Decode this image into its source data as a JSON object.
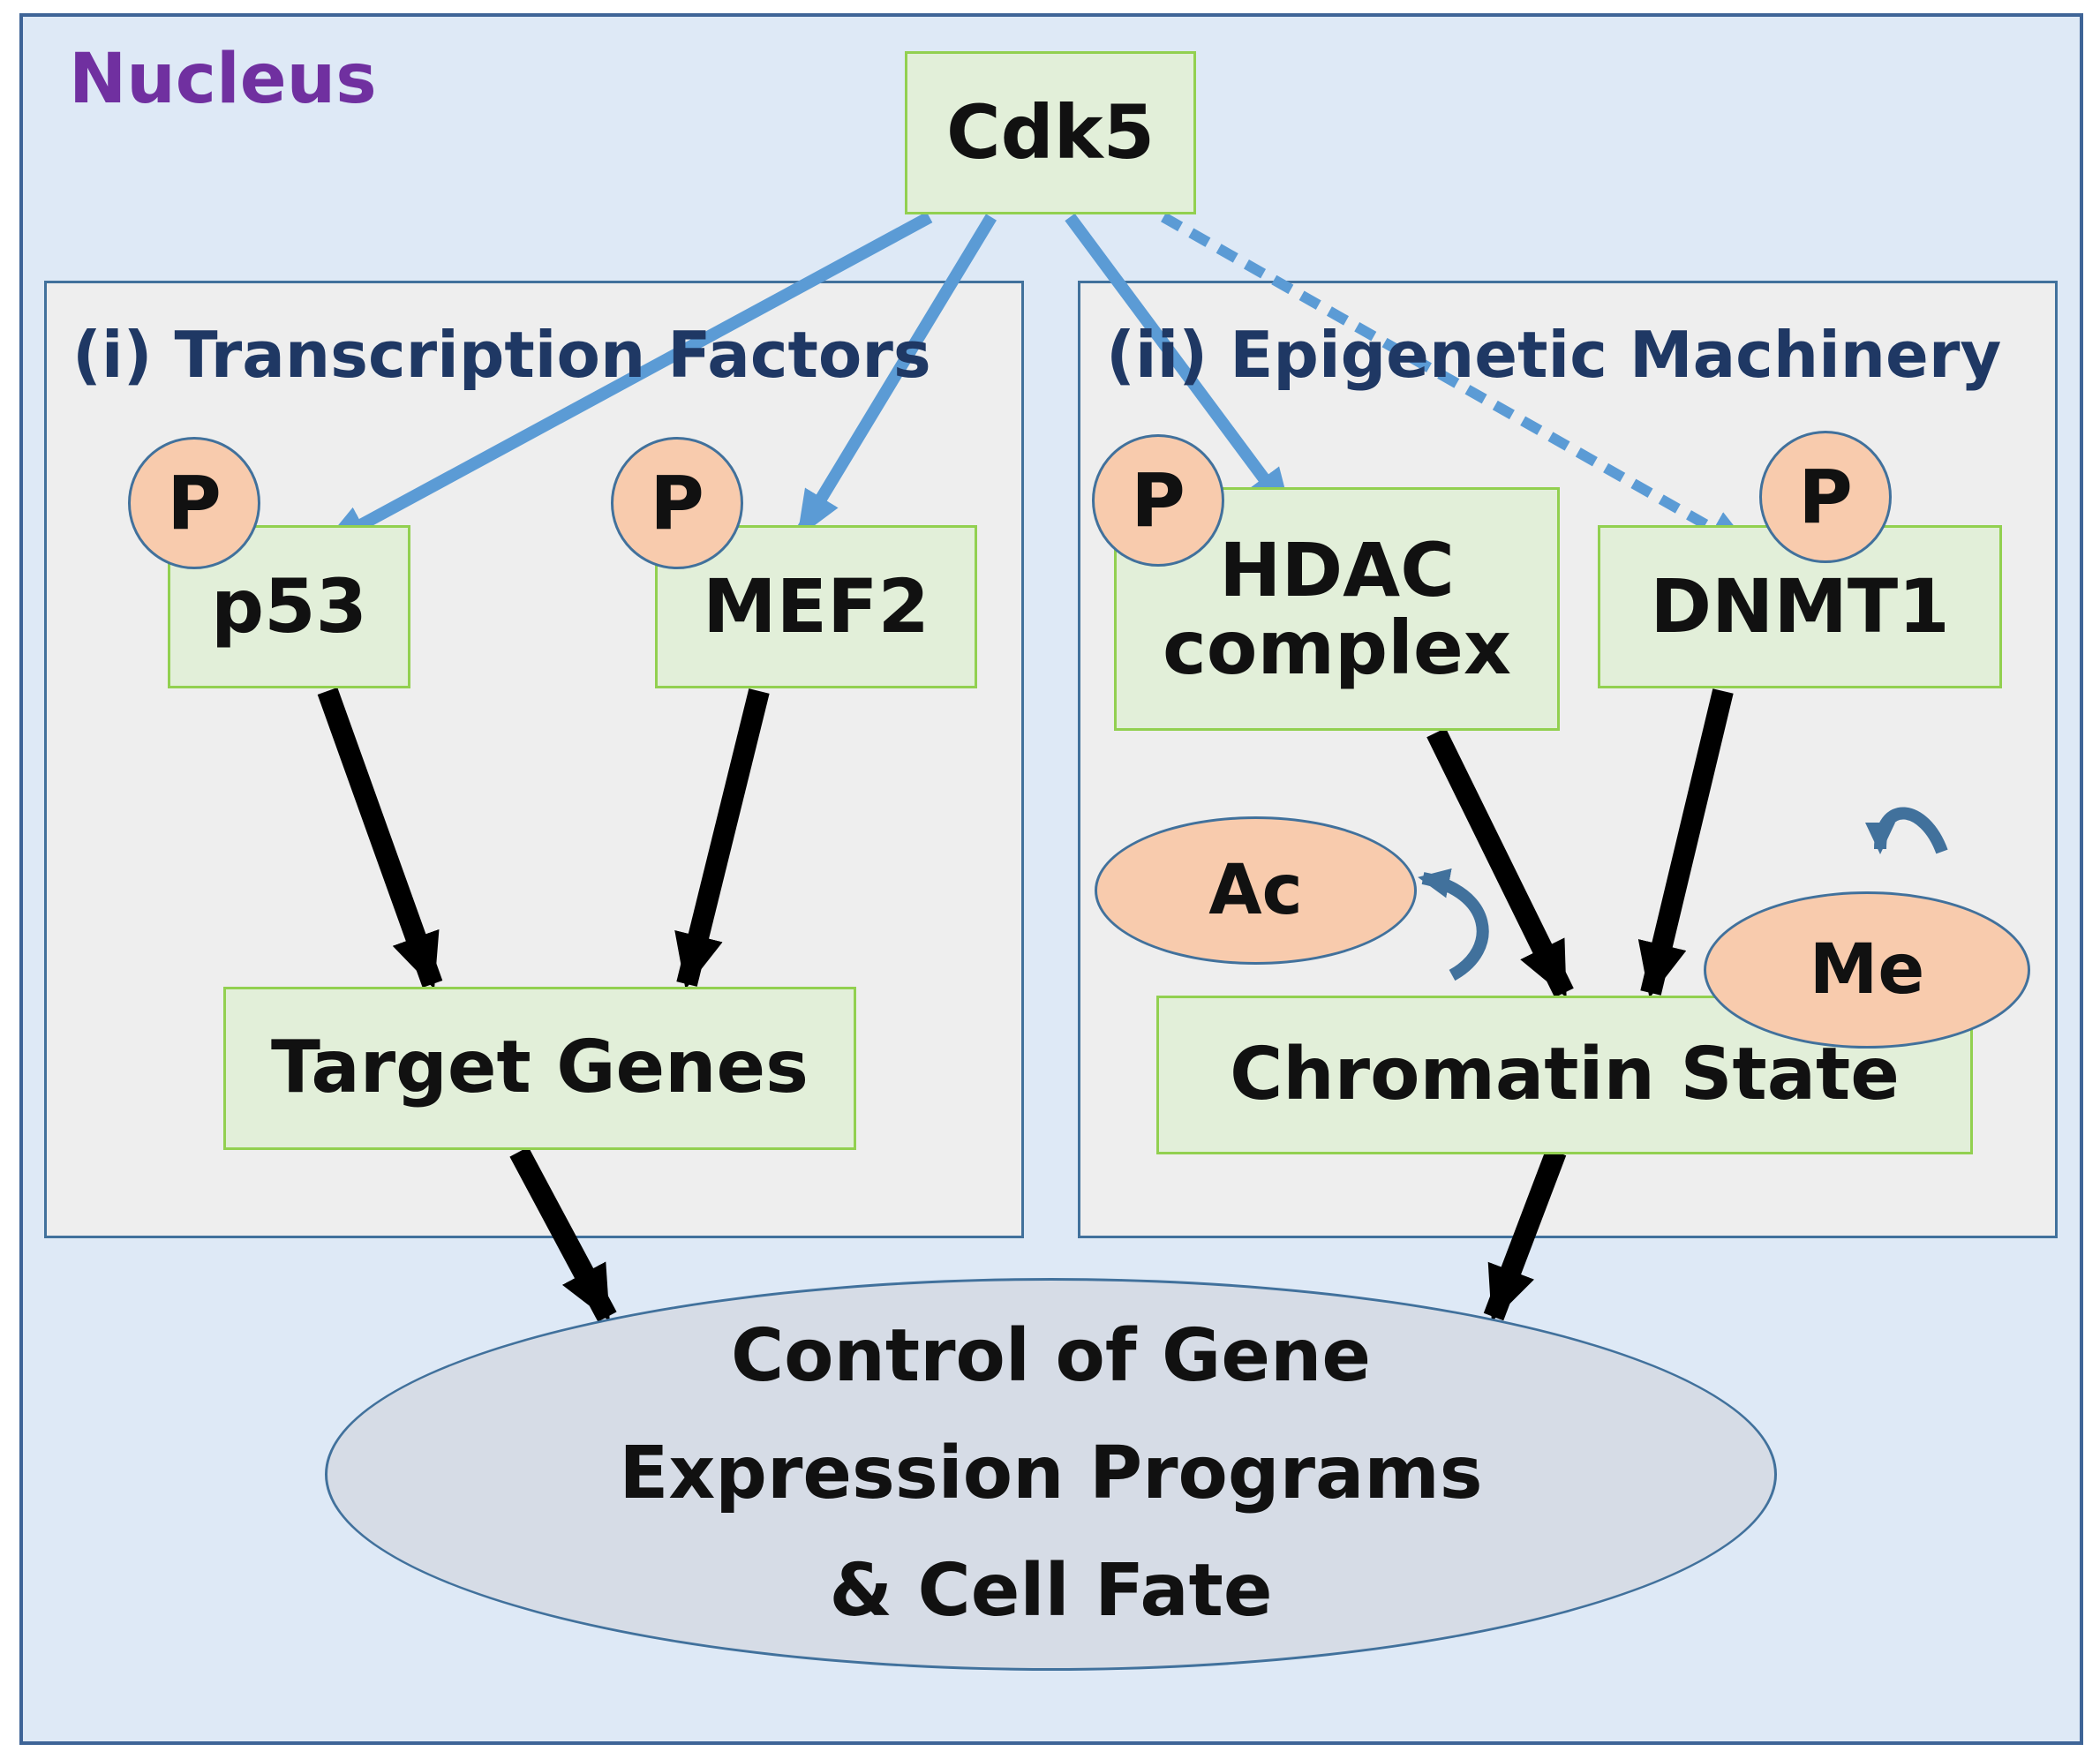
{
  "nucleus": {
    "label": "Nucleus"
  },
  "cdk5": {
    "label": "Cdk5"
  },
  "panel_tf": {
    "label": "(i) Transcription  Factors",
    "p53": {
      "label": "p53",
      "phospho": "P"
    },
    "mef2": {
      "label": "MEF2",
      "phospho": "P"
    },
    "target_genes": {
      "label": "Target Genes"
    }
  },
  "panel_epi": {
    "label": "(ii) Epigenetic Machinery",
    "hdac": {
      "line1": "HDAC",
      "line2": "complex",
      "phospho": "P"
    },
    "dnmt1": {
      "label": "DNMT1",
      "phospho": "P"
    },
    "acetyl": {
      "label": "Ac"
    },
    "methyl": {
      "label": "Me"
    },
    "chromatin_state": {
      "label": "Chromatin State"
    }
  },
  "outcome": {
    "line1": "Control of Gene",
    "line2": "Expression Programs",
    "line3": "& Cell Fate"
  },
  "colors": {
    "activation_arrow": "#5b9bd5",
    "output_arrow": "#000000",
    "box_fill": "#e2efd9",
    "box_border": "#92d050",
    "modification_fill": "#f8cbad",
    "nucleus_label": "#7030a0",
    "panel_label": "#1f3864"
  }
}
